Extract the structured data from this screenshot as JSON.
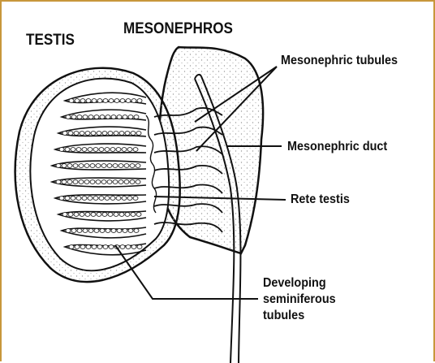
{
  "labels": {
    "testis": "TESTIS",
    "mesonephros": "MESONEPHROS",
    "mesonephric_tubules": "Mesonephric tubules",
    "mesonephric_duct": "Mesonephric duct",
    "rete_testis": "Rete testis",
    "seminiferous_line1": "Developing",
    "seminiferous_line2": "seminiferous",
    "seminiferous_line3": "tubules"
  },
  "colors": {
    "frame": "#c8973c",
    "ink": "#111111",
    "tissue_stipple": "#9a9a9a"
  }
}
